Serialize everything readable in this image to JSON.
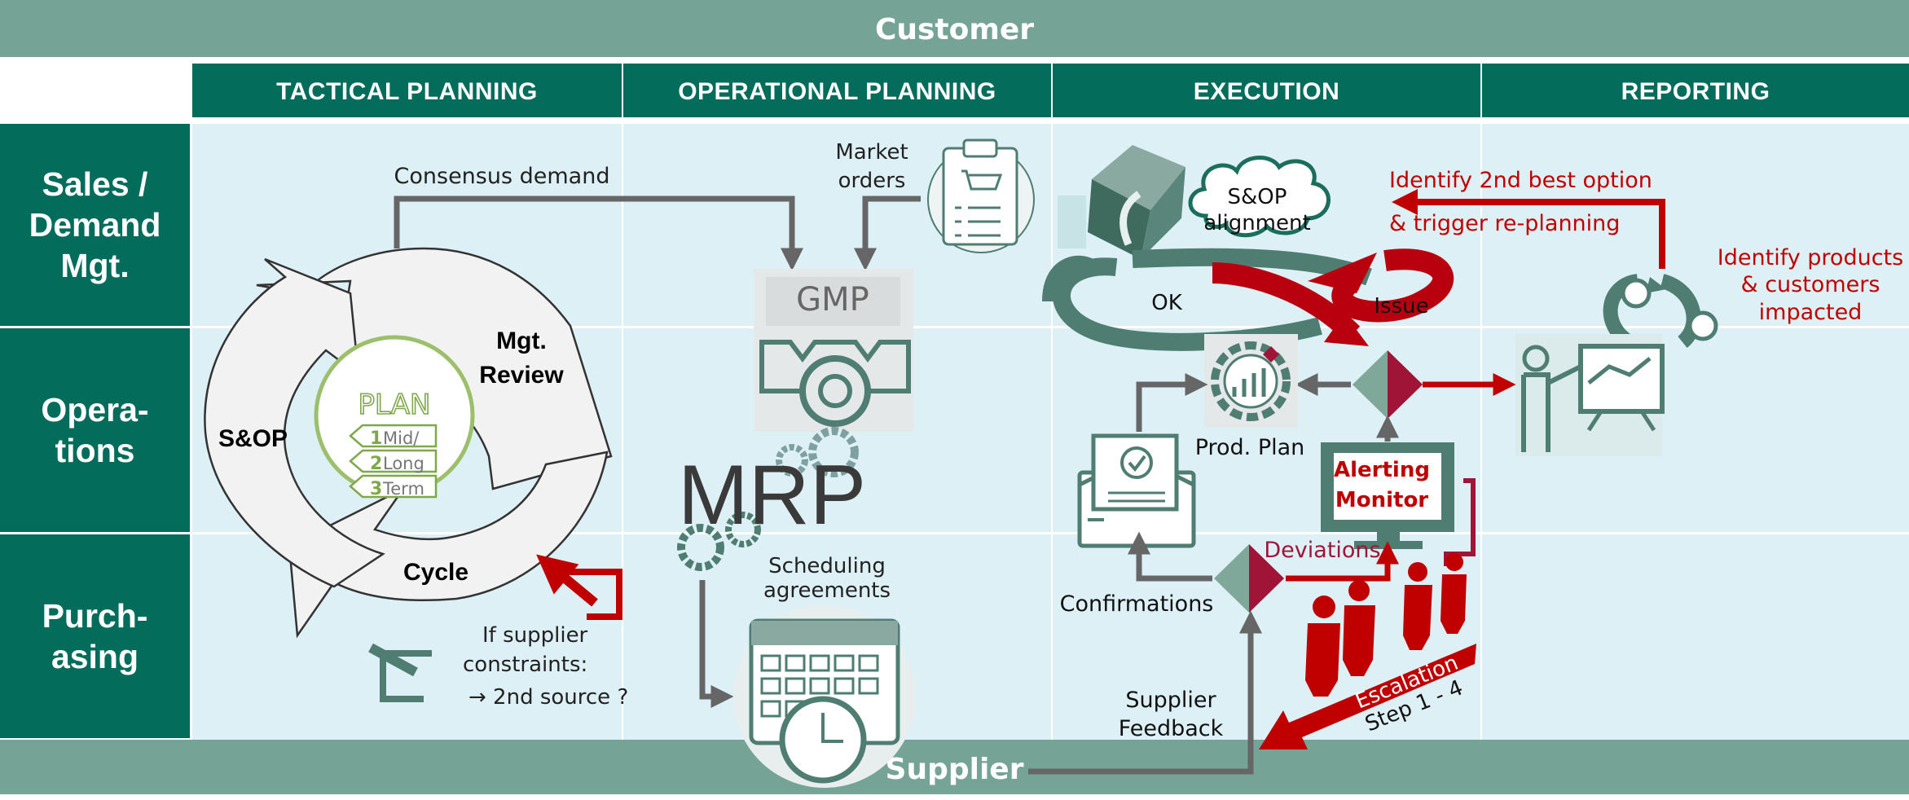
{
  "bands": {
    "top": "Customer",
    "bottom": "Supplier"
  },
  "columns": [
    "TACTICAL PLANNING",
    "OPERATIONAL PLANNING",
    "EXECUTION",
    "REPORTING"
  ],
  "rows": [
    "Sales / Demand Mgt.",
    "Opera-tions",
    "Purch-asing"
  ],
  "row_lines": [
    [
      "Sales /",
      "Demand",
      "Mgt."
    ],
    [
      "Opera-",
      "tions"
    ],
    [
      "Purch-",
      "asing"
    ]
  ],
  "cycle": {
    "plan": "PLAN",
    "steps": [
      {
        "num": "1",
        "text": "Mid/"
      },
      {
        "num": "2",
        "text": "Long"
      },
      {
        "num": "3",
        "text": "Term"
      }
    ],
    "sop": "S&OP",
    "review": [
      "Mgt.",
      "Review"
    ],
    "cycle_word": "Cycle"
  },
  "labels": {
    "consensus": "Consensus demand",
    "market_orders": [
      "Market",
      "orders"
    ],
    "gmp": "GMP",
    "mrp": "MRP",
    "scheduling": [
      "Scheduling",
      "agreements"
    ],
    "supplier_constraints": [
      "If supplier",
      "constraints:",
      "→ 2nd source ?"
    ],
    "sop_alignment": [
      "S&OP",
      "alignment"
    ],
    "ok": "OK",
    "issue": "Issue",
    "identify_option": [
      "Identify 2nd best option",
      "& trigger re-planning"
    ],
    "identify_products": [
      "Identify products",
      "& customers",
      "impacted"
    ],
    "prod_plan": "Prod. Plan",
    "alerting": [
      "Alerting",
      "Monitor"
    ],
    "deviations": "Deviations",
    "confirmations": "Confirmations",
    "supplier_feedback": [
      "Supplier",
      "Feedback"
    ],
    "escalation": "Escalation",
    "step": "Step 1 - 4"
  },
  "colors": {
    "band": "#75a496",
    "header": "#046c5a",
    "cell": "#ddf0f5",
    "icon": "#4f7d71",
    "arrow_grey": "#666666",
    "alert_red": "#c00000",
    "dark_red": "#a01537",
    "plan_green": "#7fa84b"
  },
  "icons": [
    "clipboard-cart-icon",
    "gear-factory-icon",
    "gears-icon",
    "calendar-clock-icon",
    "box-icon",
    "cloud-icon",
    "envelope-icon",
    "gear-chart-icon",
    "monitor-icon",
    "diamond-icon",
    "people-icon",
    "presenter-icon"
  ]
}
